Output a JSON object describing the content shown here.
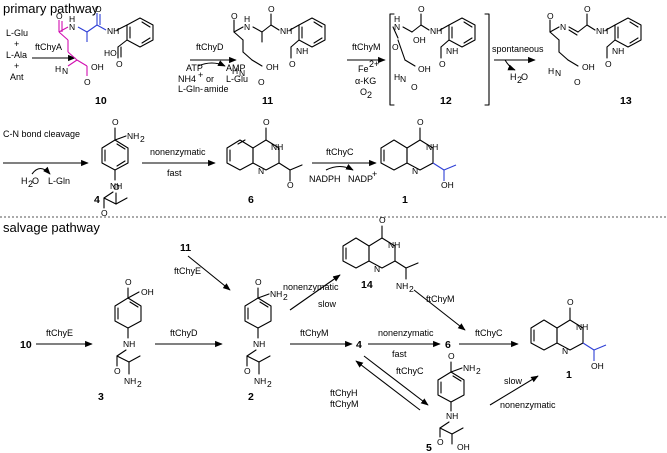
{
  "sections": {
    "primary": "primary pathway",
    "salvage": "salvage pathway"
  },
  "colors": {
    "magenta": "#d10fb0",
    "blue": "#2e3fd6",
    "red": "#e0201b",
    "purple": "#8a1fd6",
    "teal": "#1d86c9",
    "darkred": "#a01c1c"
  },
  "substrates": [
    "L-Glu",
    "+",
    "L-Ala",
    "+",
    "Ant"
  ],
  "enzymes": {
    "ftChyA": "ftChyA",
    "ftChyD": "ftChyD",
    "ftChyM": "ftChyM",
    "ftChyE": "ftChyE",
    "ftChyC": "ftChyC",
    "ftChyH": "ftChyH"
  },
  "conditions": {
    "atp": "ATP",
    "amp": "AMP",
    "nh4": "NH4",
    "nh4_sup": "+",
    "or": "or",
    "l_gln_amide": "L-Gln-",
    "amide": "amide",
    "l_glu": "L-Glu",
    "fe": "Fe",
    "fe_sup": "2+",
    "akg": "α-KG",
    "o2": "O",
    "o2_sub": "2",
    "h2o": "H",
    "h2o_sub": "2",
    "h2o_tail": "O",
    "spontaneous": "spontaneous",
    "cn_cleavage": "C-N bond cleavage",
    "l_gln": "L-Gln",
    "nonenzymatic": "nonenzymatic",
    "fast": "fast",
    "slow": "slow",
    "nadph": "NADPH",
    "nadp": "NADP",
    "nadp_sup": "+"
  },
  "compounds": {
    "c10": "10",
    "c11": "11",
    "c12": "12",
    "c13": "13",
    "c4": "4",
    "c6": "6",
    "c1": "1",
    "c3": "3",
    "c2": "2",
    "c14": "14",
    "c5": "5"
  },
  "atoms": {
    "NH": "NH",
    "N": "N",
    "H": "H",
    "O": "O",
    "HO": "HO",
    "OH": "OH",
    "NH2": "NH",
    "two": "2"
  }
}
